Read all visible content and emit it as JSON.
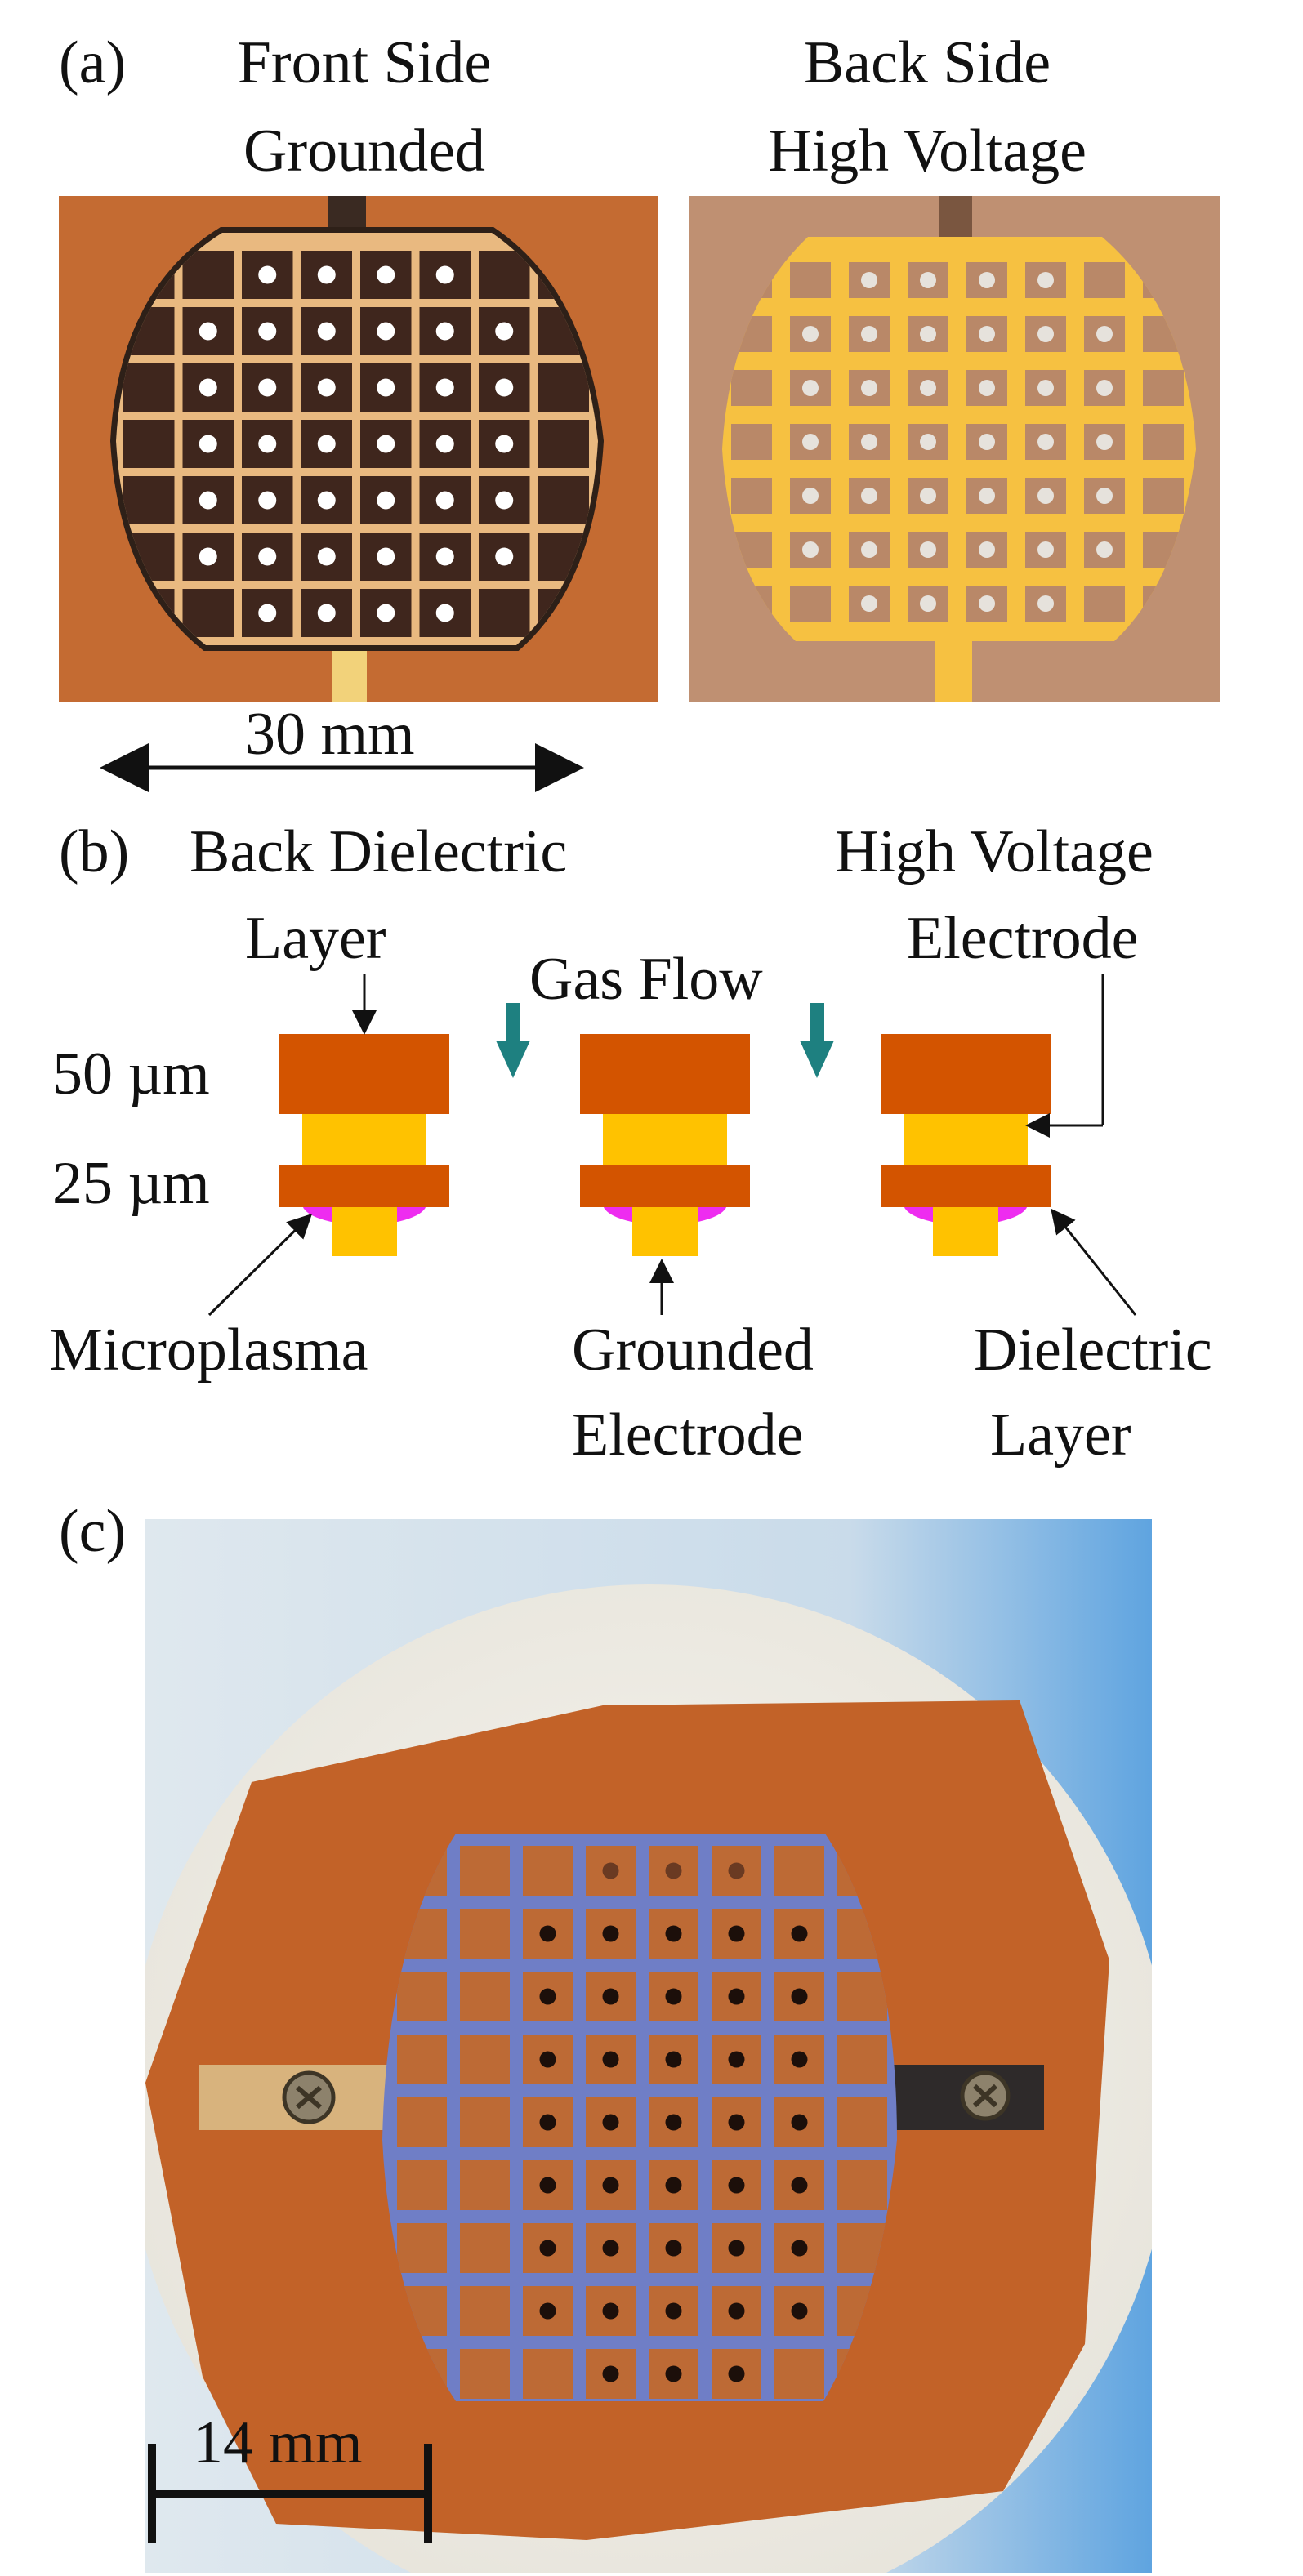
{
  "panel_a": {
    "label": "(a)",
    "front": {
      "title_line1": "Front Side",
      "title_line2": "Grounded"
    },
    "back": {
      "title_line1": "Back Side",
      "title_line2": "High Voltage"
    },
    "scale_text": "30 mm"
  },
  "panel_b": {
    "label": "(b)",
    "back_dielectric_line1": "Back Dielectric",
    "back_dielectric_line2": "Layer",
    "gas_flow": "Gas Flow",
    "hv_line1": "High Voltage",
    "hv_line2": "Electrode",
    "thick_50": "50 µm",
    "thick_25": "25 µm",
    "microplasma": "Microplasma",
    "grounded_line1": "Grounded",
    "grounded_line2": "Electrode",
    "dielectric_line1": "Dielectric",
    "dielectric_line2": "Layer",
    "colors": {
      "dielectric": "#d35400",
      "electrode": "#ffc200",
      "plasma": "#ee2cf0",
      "arrow": "#1e8080"
    }
  },
  "panel_c": {
    "label": "(c)",
    "scale_text": "14 mm"
  }
}
